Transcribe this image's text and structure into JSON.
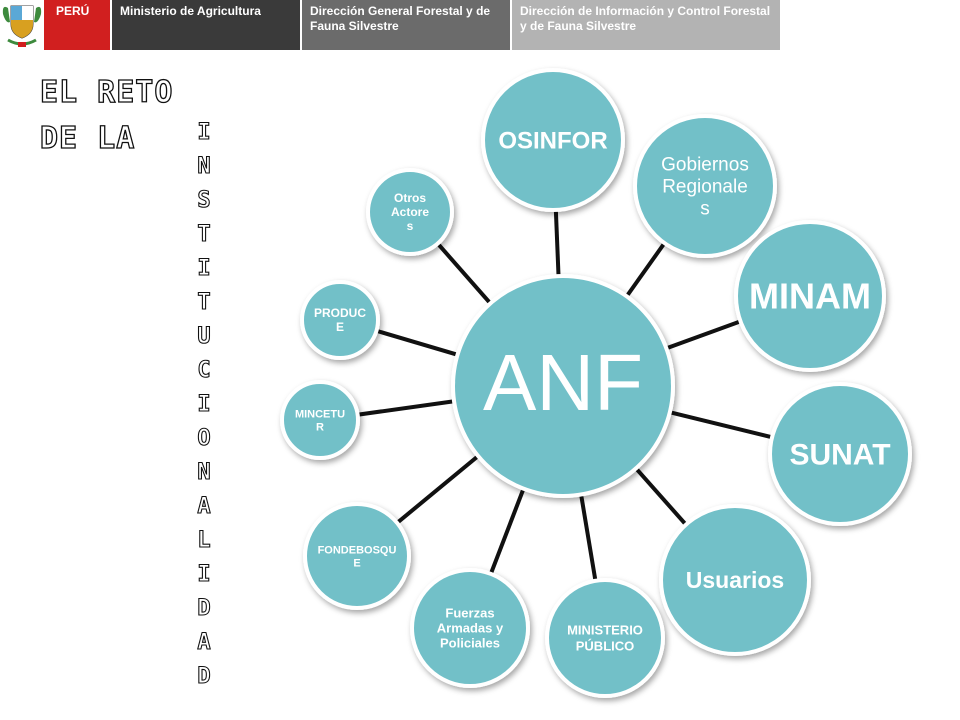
{
  "header": {
    "country": "PERÚ",
    "ministry": "Ministerio de Agricultura",
    "directorate_general": "Dirección General Forestal y de Fauna Silvestre",
    "directorate_info": "Dirección de Información y Control Forestal y de Fauna Silvestre"
  },
  "title": {
    "line1": "EL RETO",
    "line2": "DE LA",
    "vertical_word": "INSTITUCIONALIDAD"
  },
  "colors": {
    "node_fill": "#72c0c8",
    "node_border": "#ffffff",
    "connector": "#111111",
    "peru_red": "#d11f1f"
  },
  "diagram": {
    "center": {
      "label": "ANF"
    },
    "nodes": [
      {
        "id": "osinfor",
        "lines": [
          "OSINFOR"
        ]
      },
      {
        "id": "gobiernos-regionales",
        "lines": [
          "Gobiernos",
          "Regionale",
          "s"
        ]
      },
      {
        "id": "minam",
        "lines": [
          "MINAM"
        ]
      },
      {
        "id": "sunat",
        "lines": [
          "SUNAT"
        ]
      },
      {
        "id": "usuarios",
        "lines": [
          "Usuarios"
        ]
      },
      {
        "id": "ministerio-publico",
        "lines": [
          "MINISTERIO",
          "PÚBLICO"
        ]
      },
      {
        "id": "fuerzas-armadas",
        "lines": [
          "Fuerzas",
          "Armadas y",
          "Policiales"
        ]
      },
      {
        "id": "fondebosque",
        "lines": [
          "FONDEBOSQU",
          "E"
        ]
      },
      {
        "id": "mincetur",
        "lines": [
          "MINCETU",
          "R"
        ]
      },
      {
        "id": "produce",
        "lines": [
          "PRODUC",
          "E"
        ]
      },
      {
        "id": "otros-actores",
        "lines": [
          "Otros",
          "Actore",
          "s"
        ]
      }
    ]
  }
}
